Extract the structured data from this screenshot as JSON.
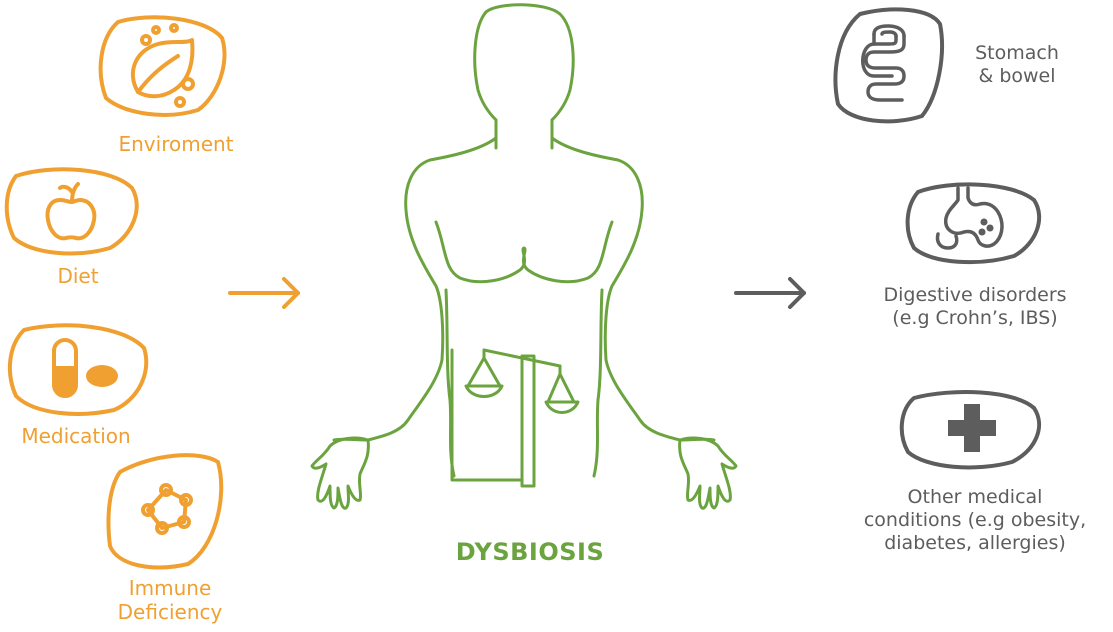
{
  "colors": {
    "cause": "#f0a030",
    "body": "#6ba43f",
    "effect": "#5d5d5d"
  },
  "title": "DYSBIOSIS",
  "causes": [
    {
      "icon": "leaf-icon",
      "label": "Enviroment"
    },
    {
      "icon": "apple-icon",
      "label": "Diet"
    },
    {
      "icon": "pill-icon",
      "label": "Medication"
    },
    {
      "icon": "immune-ring-icon",
      "label_lines": [
        "Immune",
        "Deficiency"
      ]
    }
  ],
  "effects": [
    {
      "icon": "intestine-icon",
      "label_lines": [
        "Stomach",
        "& bowel"
      ]
    },
    {
      "icon": "stomach-icon",
      "label_lines": [
        "Digestive disorders",
        "(e.g Crohn’s, IBS)"
      ]
    },
    {
      "icon": "medical-cross-icon",
      "label_lines": [
        "Other medical",
        "conditions (e.g obesity,",
        "diabetes, allergies)"
      ]
    }
  ]
}
